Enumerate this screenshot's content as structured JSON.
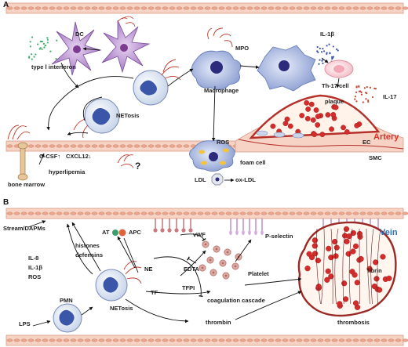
{
  "panels": {
    "a": "A",
    "b": "B"
  },
  "panel_a": {
    "dc": "DC",
    "type1_interferon": "type Ⅰ interferon",
    "mpo": "MPO",
    "macrophage": "Macrophage",
    "il1b": "IL-1β",
    "th17": "Th-17 cell",
    "il17": "IL-17",
    "plaque": "plaque",
    "netosis": "NETosis",
    "artery": "Artery",
    "ec": "EC",
    "smc": "SMC",
    "gcsf": "G-CSF↑",
    "cxcl12": "CXCL12↓",
    "hyperlipemia": "hyperlipemia",
    "bone_marrow": "bone marrow",
    "question": "?",
    "ros": "ROS",
    "foam_cell": "foam cell",
    "ldl": "LDL",
    "oxldl": "ox-LDL"
  },
  "panel_b": {
    "vein": "Vein",
    "stream": "Stream/DAPMs",
    "at": "AT",
    "apc": "APC",
    "vwf": "vWF",
    "pselectin": "P-selectin",
    "histones": "histones",
    "defensins": "defensins",
    "il8": "IL-8",
    "il1b": "IL-1β",
    "ros": "ROS",
    "ne": "NE",
    "edta": "EDTA",
    "platelet": "Platelet",
    "tfpi": "TFPI",
    "tf": "TF",
    "coag": "coagulation cascade",
    "fibrin": "fibrin",
    "thrombosis": "thrombosis",
    "pmn": "PMN",
    "netosis": "NETosis",
    "lps": "LPS",
    "thrombin": "thrombin"
  },
  "colors": {
    "vessel_fill": "#f6d3c4",
    "vessel_line": "#d99a84",
    "rbc": "#d42b2b",
    "artery_label": "#d8332b",
    "vein_label": "#2f6fb5",
    "neutrophil_nucleus": "#3b56a8",
    "dc_purple": "#a77bc6",
    "macrophage": "#9aa8d6"
  }
}
